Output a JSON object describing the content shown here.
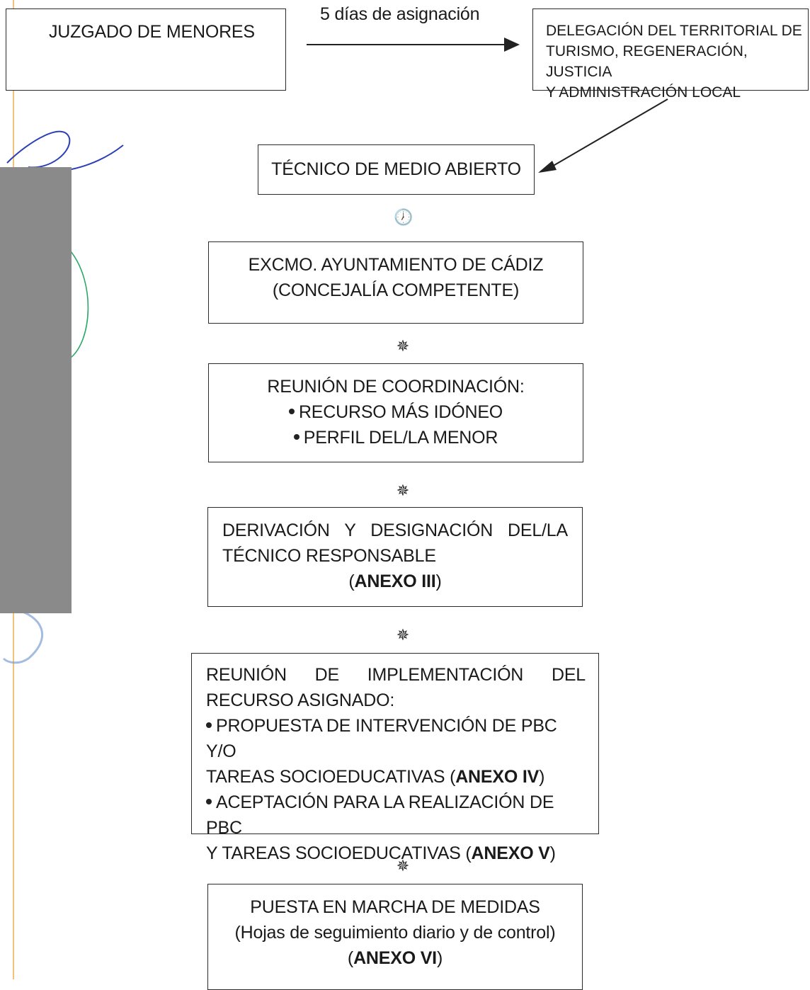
{
  "diagram": {
    "court": "JUZGADO DE MENORES",
    "arrow_label": "5 días de asignación",
    "delegation": [
      "DELEGACIÓN DEL TERRITORIAL DE",
      "TURISMO, REGENERACIÓN, JUSTICIA",
      "Y ADMINISTRACIÓN LOCAL"
    ],
    "technician": "TÉCNICO DE MEDIO ABIERTO",
    "connector_clock": "🕖",
    "connector_star": "✵",
    "council": [
      "EXCMO. AYUNTAMIENTO DE CÁDIZ",
      "(CONCEJALÍA COMPETENTE)"
    ],
    "coordination": {
      "title": "REUNIÓN DE COORDINACIÓN:",
      "items": [
        "RECURSO MÁS IDÓNEO",
        "PERFIL DEL/LA MENOR"
      ]
    },
    "derivation": {
      "line1": "DERIVACIÓN Y DESIGNACIÓN DEL/LA",
      "line2": "TÉCNICO RESPONSABLE",
      "annex": "ANEXO III"
    },
    "implementation": {
      "line1": "REUNIÓN DE IMPLEMENTACIÓN DEL",
      "line2": "RECURSO ASIGNADO:",
      "item1_a": "PROPUESTA DE INTERVENCIÓN DE PBC Y/O",
      "item1_b": "TAREAS SOCIOEDUCATIVAS",
      "item1_annex": "ANEXO IV",
      "item2_a": "ACEPTACIÓN PARA LA REALIZACIÓN DE PBC",
      "item2_b": "Y TAREAS SOCIOEDUCATIVAS",
      "item2_annex": "ANEXO V"
    },
    "launch": {
      "line1": "PUESTA EN MARCHA DE MEDIDAS",
      "line2": "(Hojas de seguimiento diario y de control)",
      "annex": "ANEXO VI"
    }
  },
  "colors": {
    "margin_line": "#f2c27a",
    "redaction": "#8a8a8a",
    "signature_ink": "#2b3fb8",
    "seal_green": "#2aa86a",
    "stamp_blue": "#7da0d6"
  }
}
